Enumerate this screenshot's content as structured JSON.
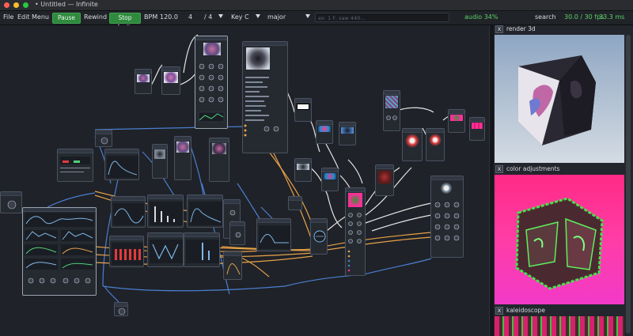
{
  "window": {
    "title": "• Untitled — Infinite"
  },
  "menubar": {
    "file": "File",
    "edit": "Edit",
    "menu": "Menu",
    "pause": "Pause",
    "rewind": "Rewind",
    "stop_audio": "Stop Audio",
    "bpm_label": "BPM",
    "bpm_value": "120.0",
    "time_sig_numerator": "4",
    "time_sig_denominator": "/ 4",
    "key_label": "Key",
    "key_value": "C",
    "scale_value": "major",
    "search_placeholder": "ex: 1 F, saw 440...",
    "audio_status": "audio 34%",
    "search": "search",
    "fps": "30.0 / 30 fps",
    "frame_time": "33.3 ms"
  },
  "panels": [
    {
      "title": "render 3d",
      "close": "X"
    },
    {
      "title": "color adjustments",
      "close": "X"
    },
    {
      "title": "kaleidoscope",
      "close": "X"
    }
  ],
  "colors": {
    "accent_green": "#2f8a3e",
    "wire_orange": "#e8a24a",
    "wire_blue": "#4a7fd0",
    "wire_white": "#e6e6e6",
    "magenta": "#ff2e9a"
  }
}
